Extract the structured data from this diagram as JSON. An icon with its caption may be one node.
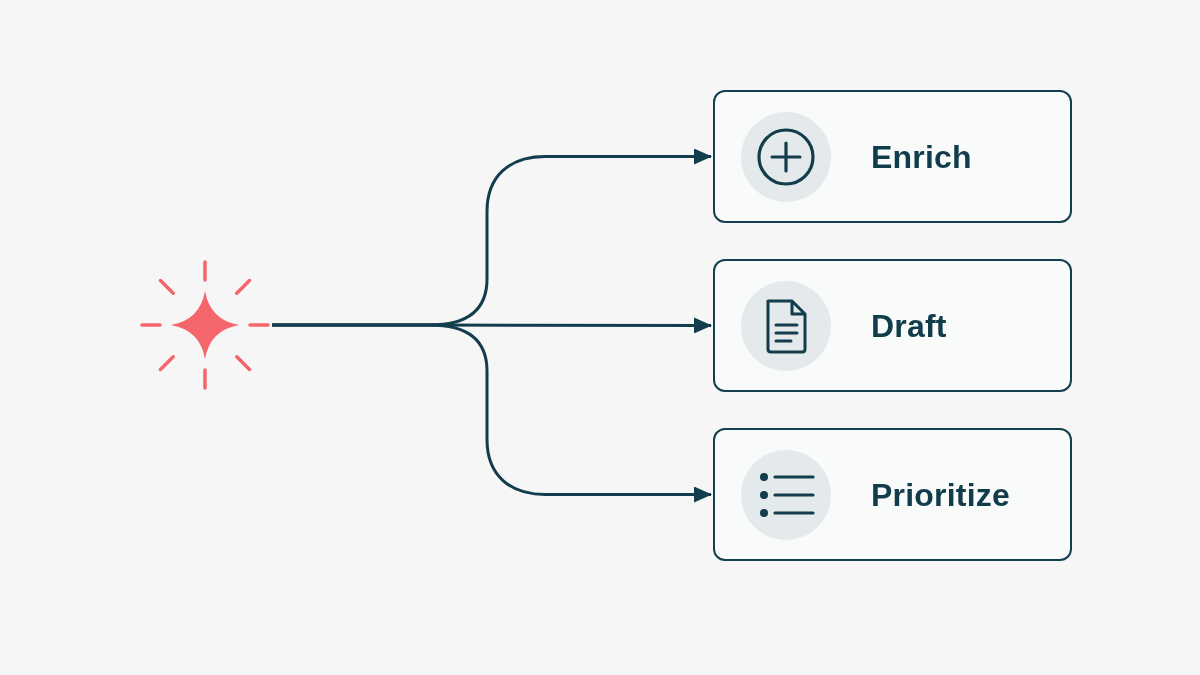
{
  "diagram": {
    "nodes": [
      {
        "text": [],
        "shape": "star"
      },
      {
        "text": [
          "Enrich"
        ]
      },
      {
        "text": [
          "Draft"
        ]
      },
      {
        "text": [
          "Prioritize"
        ]
      }
    ],
    "edges": [
      {
        "from": 0,
        "to": 1,
        "arrow": "to"
      },
      {
        "from": 0,
        "to": 2,
        "arrow": "to"
      },
      {
        "from": 0,
        "to": 3,
        "arrow": "to"
      }
    ]
  }
}
